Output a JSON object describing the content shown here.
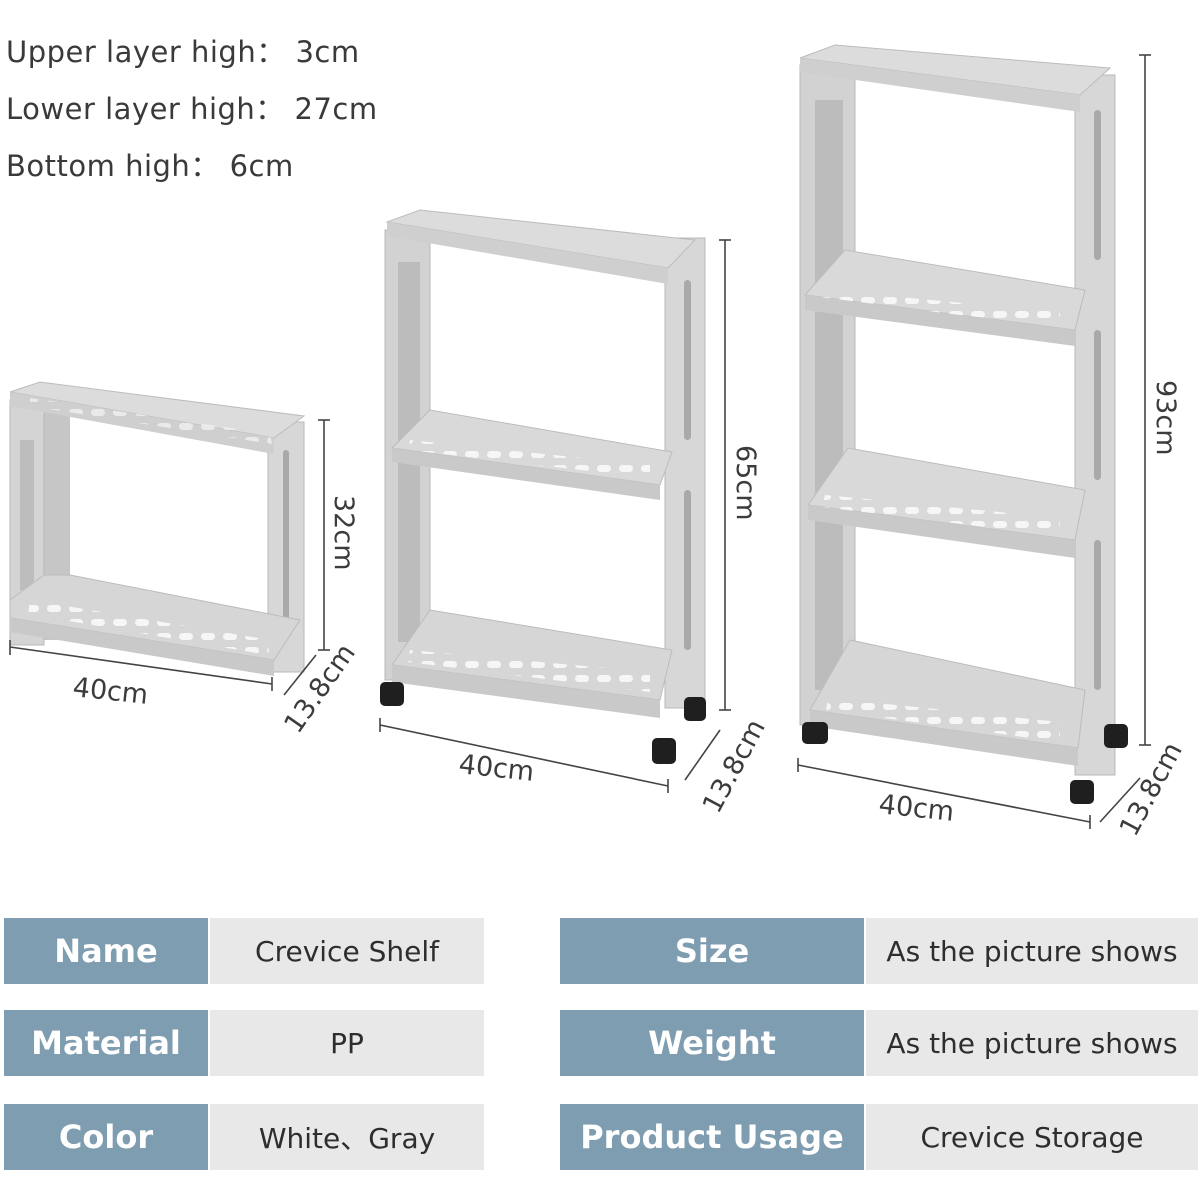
{
  "layer_info": [
    {
      "label": "Upper layer high",
      "sep": "：",
      "value": "3cm"
    },
    {
      "label": "Lower layer high",
      "sep": "：",
      "value": "27cm"
    },
    {
      "label": "Bottom high",
      "sep": "：",
      "value": "6cm"
    }
  ],
  "shelves": [
    {
      "tiers": 2,
      "height": "32cm",
      "width": "40cm",
      "depth": "13.8cm",
      "wheels": false
    },
    {
      "tiers": 3,
      "height": "65cm",
      "width": "40cm",
      "depth": "13.8cm",
      "wheels": true
    },
    {
      "tiers": 4,
      "height": "93cm",
      "width": "40cm",
      "depth": "13.8cm",
      "wheels": true
    }
  ],
  "specs": {
    "row1": {
      "k1": "Name",
      "v1": "Crevice Shelf",
      "k2": "Size",
      "v2": "As the picture shows"
    },
    "row2": {
      "k1": "Material",
      "v1": "PP",
      "k2": "Weight",
      "v2": "As the picture shows"
    },
    "row3": {
      "k1": "Color",
      "v1": "White、Gray",
      "k2": "Product Usage",
      "v2": "Crevice Storage"
    }
  },
  "colors": {
    "header_blue": "#7f9db1",
    "value_gray": "#e8e8e8",
    "shelf_gray": "#d2d2d2",
    "wheel": "#1f1f1f"
  }
}
